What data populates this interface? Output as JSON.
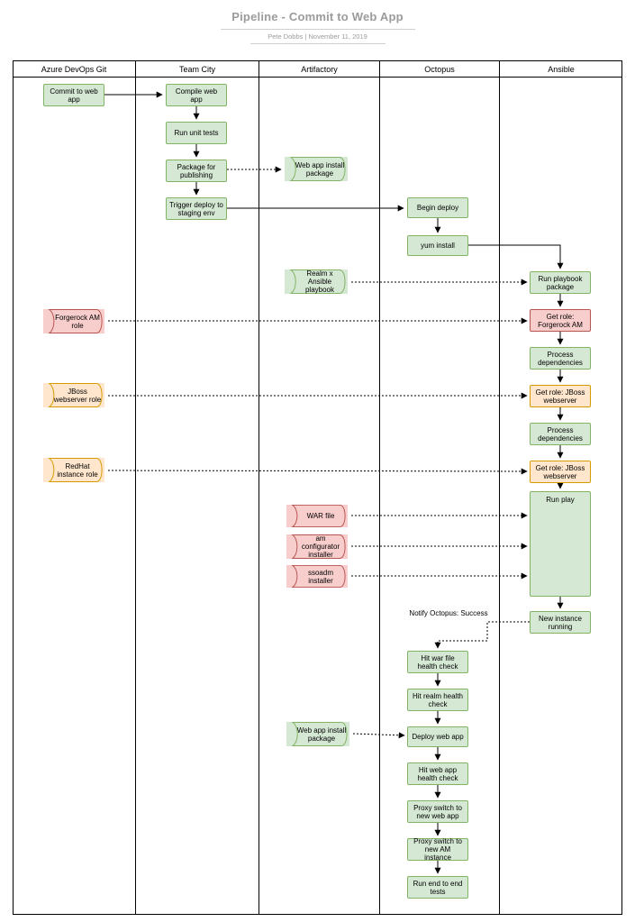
{
  "title": "Pipeline - Commit to Web App",
  "byline": "Pete Dobbs  |  November 11, 2019",
  "lanes": [
    {
      "label": "Azure DevOps Git"
    },
    {
      "label": "Team City"
    },
    {
      "label": "Artifactory"
    },
    {
      "label": "Octopus"
    },
    {
      "label": "Ansible"
    }
  ],
  "nodes": {
    "commit": "Commit to web app",
    "compile": "Compile web app",
    "unit_tests": "Run unit tests",
    "package_publishing": "Package for publishing",
    "trigger_deploy": "Trigger deploy to staging env",
    "webapp_install_pkg_1": "Web app install package",
    "realm_ansible_playbook": "Realm x Ansible playbook",
    "war_file": "WAR file",
    "am_configurator": "am configurator installer",
    "ssoadm_installer": "ssoadm installer",
    "webapp_install_pkg_2": "Web app install package",
    "forgerock_am_role": "Forgerock AM role",
    "jboss_webserver_role": "JBoss webserver role",
    "redhat_instance_role": "RedHat instance role",
    "begin_deploy": "Begin deploy",
    "yum_install": "yum install",
    "notify_octopus": "Notify Octopus: Success",
    "hit_war_health": "Hit war file health check",
    "hit_realm_health": "Hit realm health check",
    "deploy_web_app": "Deploy web app",
    "hit_webapp_health": "Hit web app health check",
    "proxy_switch_webapp": "Proxy switch to new web app",
    "proxy_switch_am": "Proxy switch to new AM instance",
    "run_e2e": "Run end to end tests",
    "run_playbook_pkg": "Run playbook package",
    "get_role_forgerock": "Get role: Forgerock AM",
    "process_deps_1": "Process dependencies",
    "get_role_jboss_1": "Get role: JBoss webserver",
    "process_deps_2": "Process dependencies",
    "get_role_jboss_2": "Get role: JBoss webserver",
    "run_play": "Run play",
    "new_instance_running": "New instance running"
  },
  "colors": {
    "node_green_fill": "#d5e8d4",
    "node_green_border": "#82b366",
    "node_red_fill": "#f8cecc",
    "node_red_border": "#b85450",
    "node_orange_fill": "#ffe6cc",
    "node_orange_border": "#d79b00",
    "title_gray": "#9b9b9b",
    "line_black": "#000000"
  }
}
